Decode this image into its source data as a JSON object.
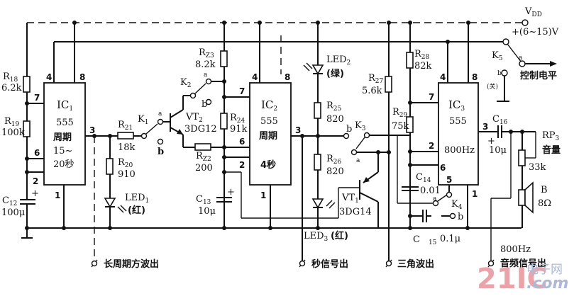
{
  "supply": {
    "vdd_label": "V",
    "vdd_sub": "DD",
    "voltage": "+(6~15)V",
    "k5": "K",
    "k5_sub": "5",
    "k5_a": "a",
    "k5_b": "b",
    "k5_off": "(关)",
    "control_level": "控制电平"
  },
  "ic1": {
    "name": "IC",
    "name_sub": "1",
    "type": "555",
    "desc1": "周期",
    "desc2": "15~",
    "desc3": "20秒",
    "pins": {
      "p4": "4",
      "p8": "8",
      "p7": "7",
      "p6": "6",
      "p2": "2",
      "p1": "1",
      "p3": "3"
    }
  },
  "ic2": {
    "name": "IC",
    "name_sub": "2",
    "type": "555",
    "desc1": "周期",
    "desc2": "4秒",
    "pins": {
      "p4": "4",
      "p8": "8",
      "p7": "7",
      "p6": "6",
      "p2": "2",
      "p1": "1",
      "p3": "3"
    }
  },
  "ic3": {
    "name": "IC",
    "name_sub": "3",
    "type": "555",
    "desc1": "800Hz",
    "pins": {
      "p4": "4",
      "p8": "8",
      "p7": "7",
      "p6": "6",
      "p2": "2",
      "p1": "1",
      "p3": "3",
      "p5": "5"
    }
  },
  "components": {
    "r18": {
      "name": "R",
      "sub": "18",
      "value": "6.2k"
    },
    "r19": {
      "name": "R",
      "sub": "19",
      "value": "100k"
    },
    "c12": {
      "name": "C",
      "sub": "12",
      "value": "100μ"
    },
    "r21": {
      "name": "R",
      "sub": "21",
      "value": "18k"
    },
    "r20": {
      "name": "R",
      "sub": "20",
      "value": "910"
    },
    "led1": {
      "name": "LED",
      "sub": "1",
      "color": "(红)"
    },
    "k1": {
      "name": "K",
      "sub": "1",
      "a": "a",
      "b": "b"
    },
    "k2": {
      "name": "K",
      "sub": "2",
      "a": "a",
      "b": "b"
    },
    "vt2": {
      "name": "VT",
      "sub": "2",
      "model": "3DG12"
    },
    "r22": {
      "name": "R",
      "sub": "Z2",
      "value": "200"
    },
    "r23": {
      "name": "R",
      "sub": "Z3",
      "value": "8.2k"
    },
    "r24": {
      "name": "R",
      "sub": "24",
      "value": "91k"
    },
    "c13": {
      "name": "C",
      "sub": "13",
      "value": "10μ"
    },
    "led2": {
      "name": "LED",
      "sub": "2",
      "color": "(绿)"
    },
    "r25": {
      "name": "R",
      "sub": "25",
      "value": "820"
    },
    "r26": {
      "name": "R",
      "sub": "26",
      "value": "820"
    },
    "led3": {
      "name": "LED",
      "sub": "3",
      "color": "(红)"
    },
    "k3": {
      "name": "K",
      "sub": "3",
      "a": "a",
      "b": "b"
    },
    "vt1": {
      "name": "VT",
      "sub": "1",
      "model": "3DG14"
    },
    "r27": {
      "name": "R",
      "sub": "27",
      "value": "5.6k"
    },
    "r28": {
      "name": "R",
      "sub": "28",
      "value": "82k"
    },
    "r29": {
      "name": "R",
      "sub": "29",
      "value": "75k"
    },
    "c14": {
      "name": "C",
      "sub": "14",
      "value": "0.01"
    },
    "c15": {
      "name": "C",
      "sub": "15",
      "value": "0.1μ"
    },
    "k4": {
      "name": "K",
      "sub": "4",
      "a": "a",
      "b": "b"
    },
    "c16": {
      "name": "C",
      "sub": "16",
      "value": "10μ"
    },
    "rp3": {
      "name": "RP",
      "sub": "3",
      "label": "音量",
      "value": "33k"
    },
    "speaker": {
      "name": "B",
      "value": "8Ω"
    }
  },
  "outputs": {
    "long_square": "长周期方波出",
    "second_signal": "秒信号出",
    "triangle": "三角波出",
    "audio_freq": "800Hz",
    "audio_label": "音频信号出"
  },
  "watermark": {
    "brand": "21IC",
    "cn": "电子网",
    "domain": ".com"
  }
}
